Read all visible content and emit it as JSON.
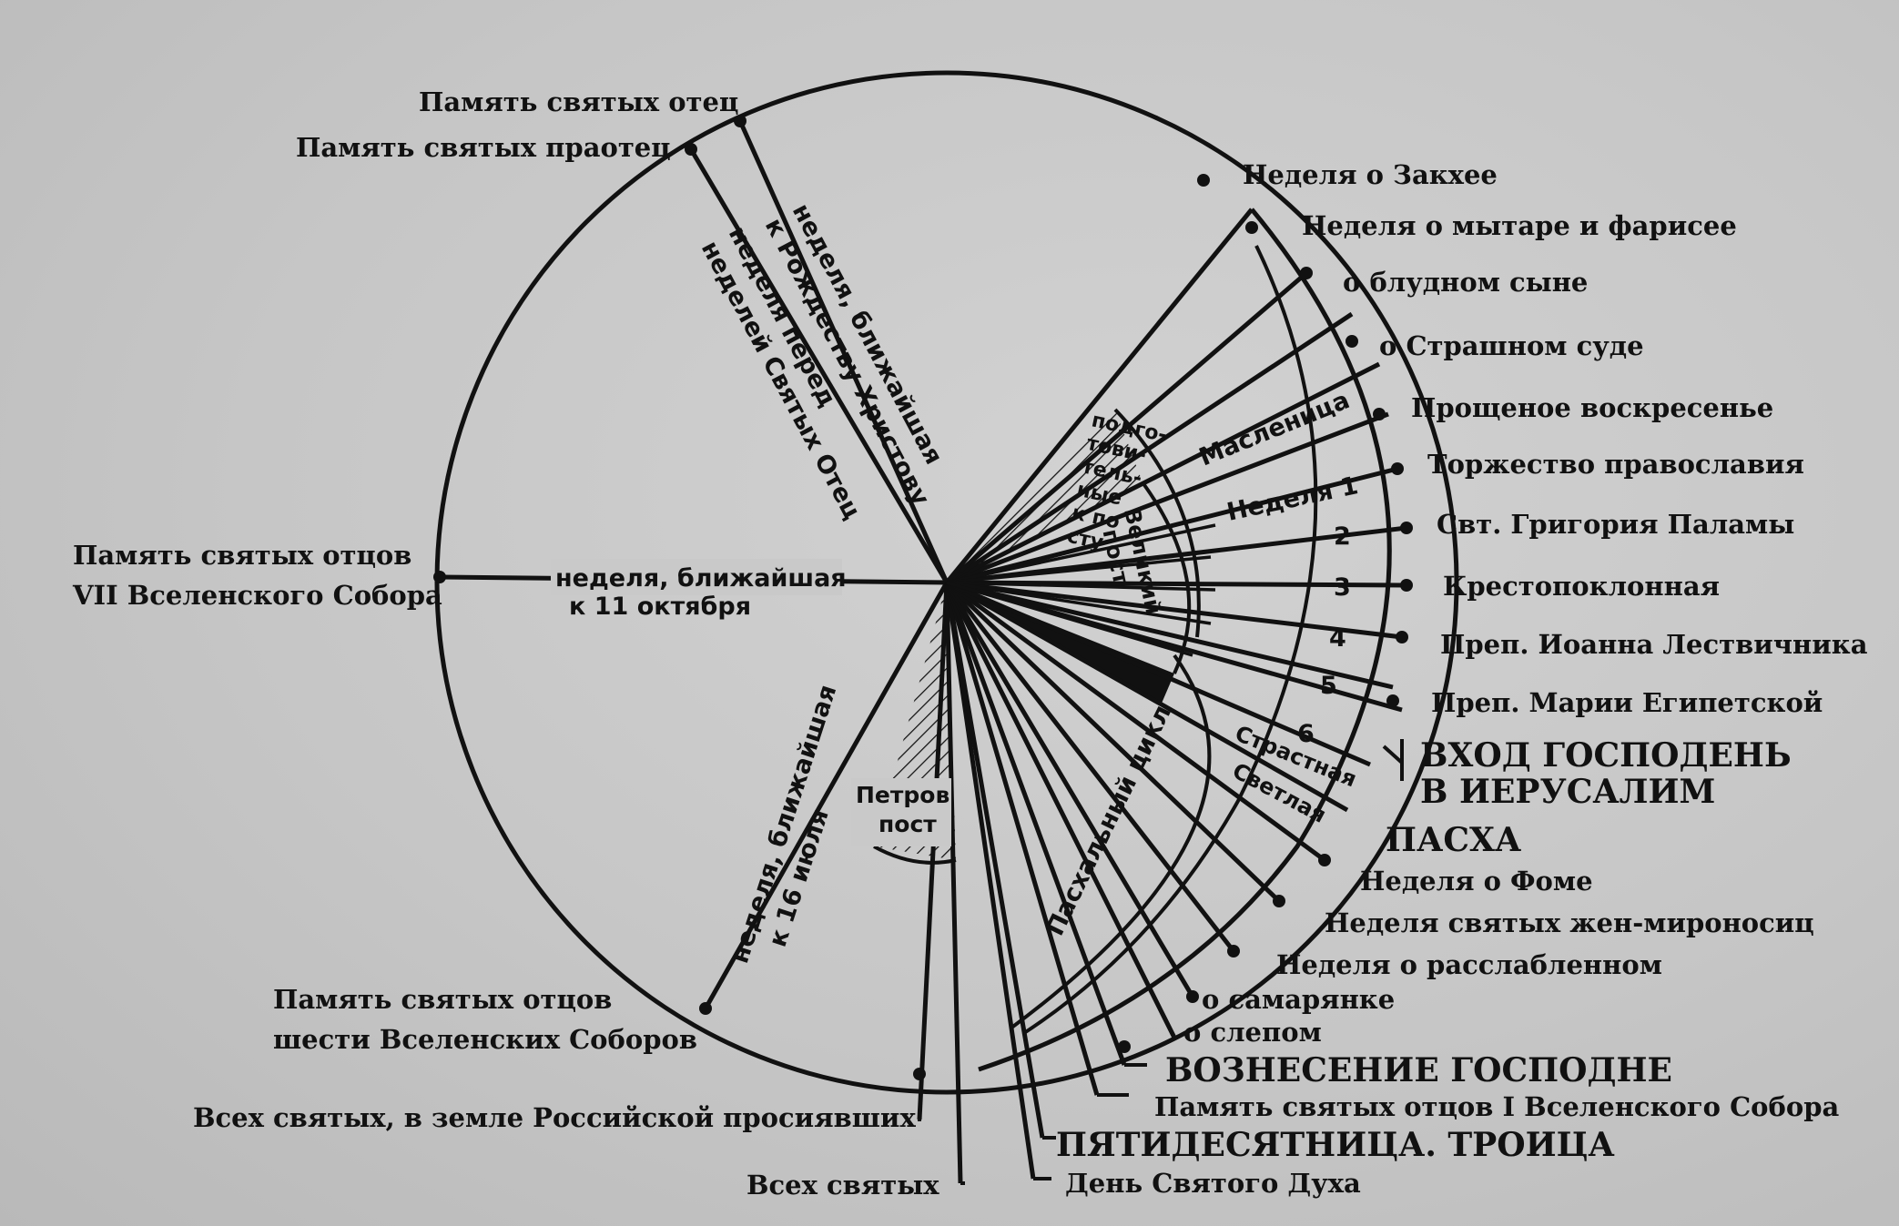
{
  "labels": {
    "otec": "Память святых отец",
    "praotec": "Память святых праотец",
    "vii_1": "Память святых отцов",
    "vii_2": "VII Вселенского Собора",
    "six_1": "Память святых отцов",
    "six_2": "шести Вселенских Соборов",
    "ross": "Всех святых, в земле Российской просиявших",
    "vseh": "Всех святых",
    "duh": "День Святого Духа",
    "troica": "ПЯТИДЕСЯТНИЦА. ТРОИЦА",
    "i_sobor": "Память святых отцов I Вселенского Собора",
    "voznes": "ВОЗНЕСЕНИЕ ГОСПОДНЕ",
    "slepom": "о слепом",
    "samar": "о самарянке",
    "rasslab": "Неделя о расслабленном",
    "miron": "Неделя святых жен-мироносиц",
    "fome": "Неделя о Фоме",
    "pasha": "ПАСХА",
    "vhod_1": "ВХОД ГОСПОДЕНЬ",
    "vhod_2": "В ИЕРУСАЛИМ",
    "maria": "Преп. Марии Египетской",
    "ioann": "Преп. Иоанна Лествичника",
    "krest": "Крестопоклонная",
    "grigor": "Свт. Григория Паламы",
    "torzh": "Торжество православия",
    "proshch": "Прощеное воскресенье",
    "strash": "о Страшном суде",
    "blud": "о блудном сыне",
    "mytar": "Неделя о мытаре и фарисее",
    "zakh": "Неделя о Закхее"
  },
  "inner": {
    "oct_1": "неделя, ближайшая",
    "oct_2": "к 11 октября",
    "rozh_1": "неделя, ближайшая",
    "rozh_2": "к Рождеству Христову",
    "pered_1": "неделя перед",
    "pered_2": "неделей Святых Отец",
    "jul_1": "неделя, ближайшая",
    "jul_2": "к 16 июля",
    "maslen": "Масленица",
    "podg": [
      "подго-",
      "тови-",
      "тель-",
      "ные",
      "к по",
      "сту"
    ],
    "vel_1": "Великий",
    "vel_2": "пост",
    "nedelya1": "Неделя 1",
    "n2": "2",
    "n3": "3",
    "n4": "4",
    "n5": "5",
    "n6": "6",
    "strast": "Страстная",
    "svet": "Светлая",
    "pashal": "Пасхальный цикл",
    "petrov_1": "Петров",
    "petrov_2": "пост"
  }
}
